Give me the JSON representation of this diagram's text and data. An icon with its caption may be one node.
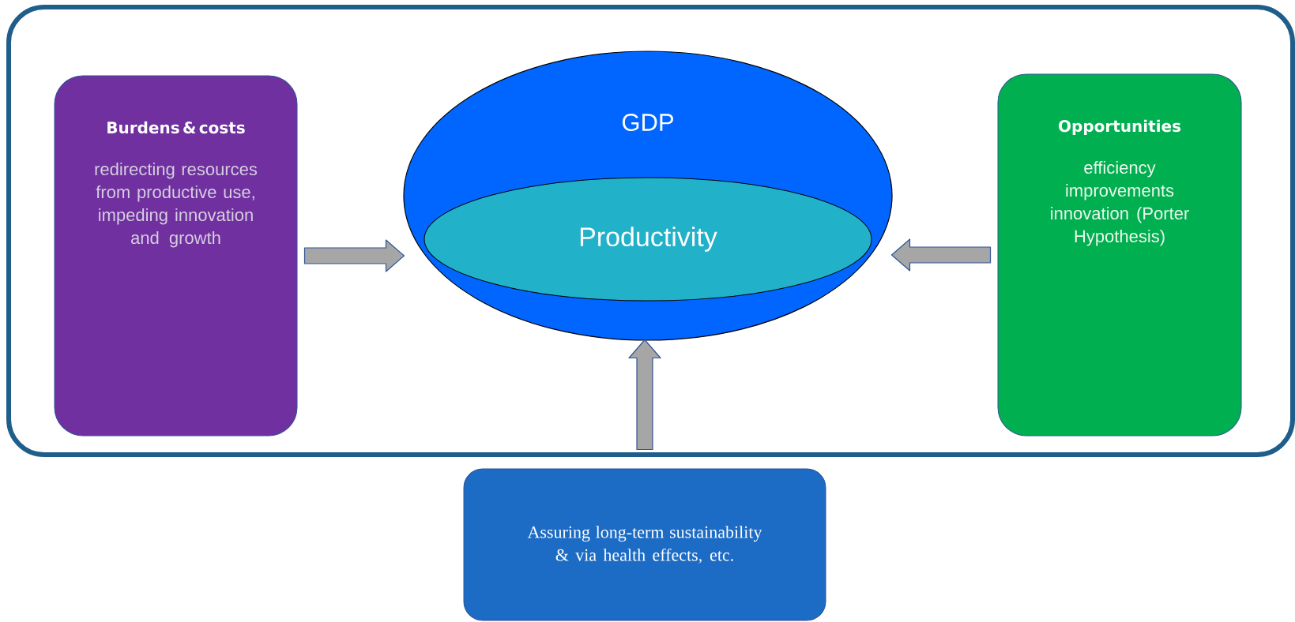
{
  "diagram": {
    "nodes": [
      {
        "text": [],
        "shape": "box"
      },
      {
        "text": [
          "Burdens & costs",
          "redirecting resources from productive use, impeding innovation and growth"
        ],
        "in": 0
      },
      {
        "text": [
          "GDP"
        ],
        "in": 0
      },
      {
        "text": [
          "Productivity"
        ],
        "in": 2
      },
      {
        "text": [
          "Opportunities",
          "efficiency improvements innovation (Porter Hypothesis)"
        ],
        "in": 0
      },
      {
        "text": [
          "Assuring long-term sustainability & via health effects, etc."
        ]
      }
    ],
    "edges": [
      {
        "from": 1,
        "to": 2,
        "arrow": "to"
      },
      {
        "from": 4,
        "to": 2,
        "arrow": "to"
      },
      {
        "from": 5,
        "to": 2,
        "arrow": "to"
      }
    ]
  }
}
